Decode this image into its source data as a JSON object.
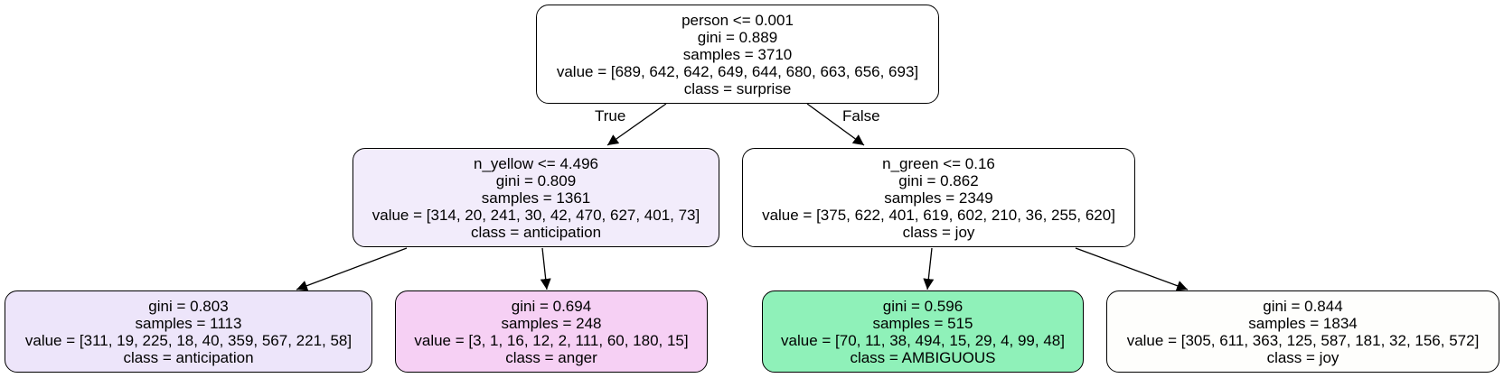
{
  "tree": {
    "nodes": [
      {
        "id": "root",
        "lines": [
          "person <= 0.001",
          "gini = 0.889",
          "samples = 3710",
          "value = [689, 642, 642, 649, 644, 680, 663, 656, 693]",
          "class = surprise"
        ],
        "fill": "#ffffff"
      },
      {
        "id": "left",
        "lines": [
          "n_yellow <= 4.496",
          "gini = 0.809",
          "samples = 1361",
          "value = [314, 20, 241, 30, 42, 470, 627, 401, 73]",
          "class = anticipation"
        ],
        "fill": "#f2ecfb"
      },
      {
        "id": "right",
        "lines": [
          "n_green <= 0.16",
          "gini = 0.862",
          "samples = 2349",
          "value = [375, 622, 401, 619, 602, 210, 36, 255, 620]",
          "class = joy"
        ],
        "fill": "#ffffff"
      },
      {
        "id": "ll",
        "lines": [
          "gini = 0.803",
          "samples = 1113",
          "value = [311, 19, 225, 18, 40, 359, 567, 221, 58]",
          "class = anticipation"
        ],
        "fill": "#ede5fa"
      },
      {
        "id": "lr",
        "lines": [
          "gini = 0.694",
          "samples = 248",
          "value = [3, 1, 16, 12, 2, 111, 60, 180, 15]",
          "class = anger"
        ],
        "fill": "#f6d0f4"
      },
      {
        "id": "rl",
        "lines": [
          "gini = 0.596",
          "samples = 515",
          "value = [70, 11, 38, 494, 15, 29, 4, 99, 48]",
          "class = AMBIGUOUS"
        ],
        "fill": "#8ff1b9"
      },
      {
        "id": "rr",
        "lines": [
          "gini = 0.844",
          "samples = 1834",
          "value = [305, 611, 363, 125, 587, 181, 32, 156, 572]",
          "class = joy"
        ],
        "fill": "#fefefc"
      }
    ],
    "edge_labels": {
      "true_label": "True",
      "false_label": "False"
    }
  }
}
